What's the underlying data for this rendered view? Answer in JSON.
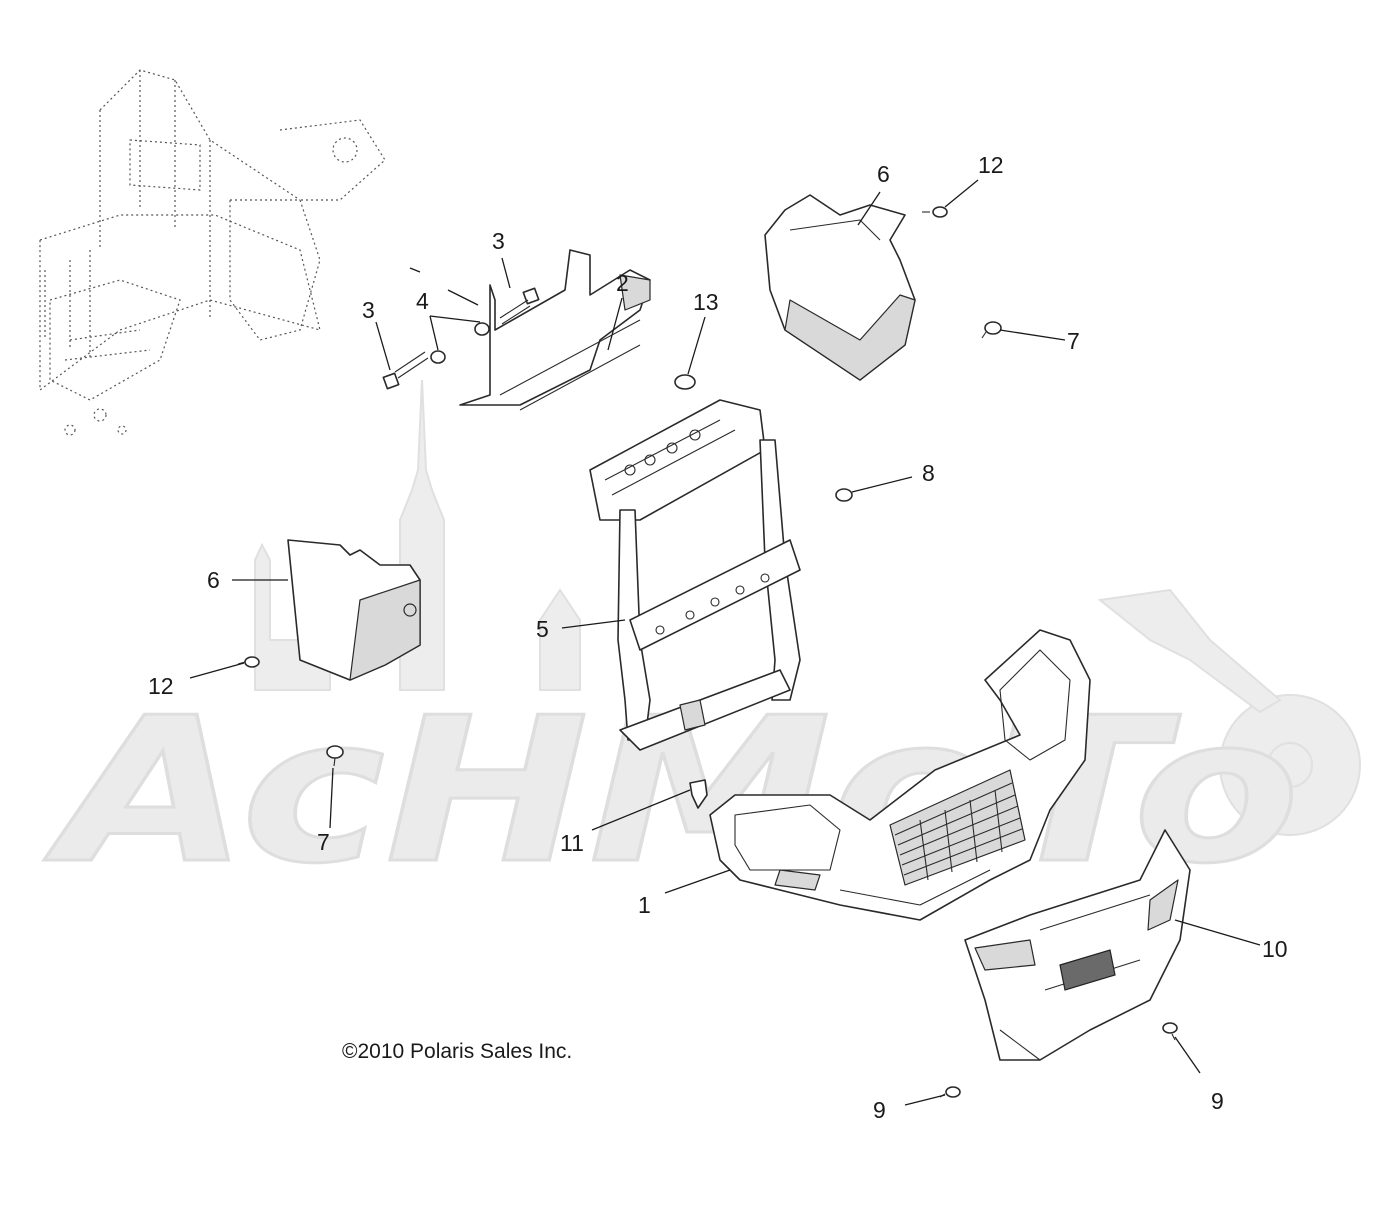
{
  "diagram": {
    "copyright": "©2010 Polaris Sales Inc.",
    "watermark": "AcHMoTo",
    "callouts": [
      {
        "id": "c1",
        "label": "1"
      },
      {
        "id": "c2",
        "label": "2"
      },
      {
        "id": "c3a",
        "label": "3"
      },
      {
        "id": "c3b",
        "label": "3"
      },
      {
        "id": "c4",
        "label": "4"
      },
      {
        "id": "c5",
        "label": "5"
      },
      {
        "id": "c6a",
        "label": "6"
      },
      {
        "id": "c6b",
        "label": "6"
      },
      {
        "id": "c7a",
        "label": "7"
      },
      {
        "id": "c7b",
        "label": "7"
      },
      {
        "id": "c8",
        "label": "8"
      },
      {
        "id": "c9a",
        "label": "9"
      },
      {
        "id": "c9b",
        "label": "9"
      },
      {
        "id": "c10",
        "label": "10"
      },
      {
        "id": "c11",
        "label": "11"
      },
      {
        "id": "c12a",
        "label": "12"
      },
      {
        "id": "c12b",
        "label": "12"
      },
      {
        "id": "c13",
        "label": "13"
      }
    ]
  }
}
